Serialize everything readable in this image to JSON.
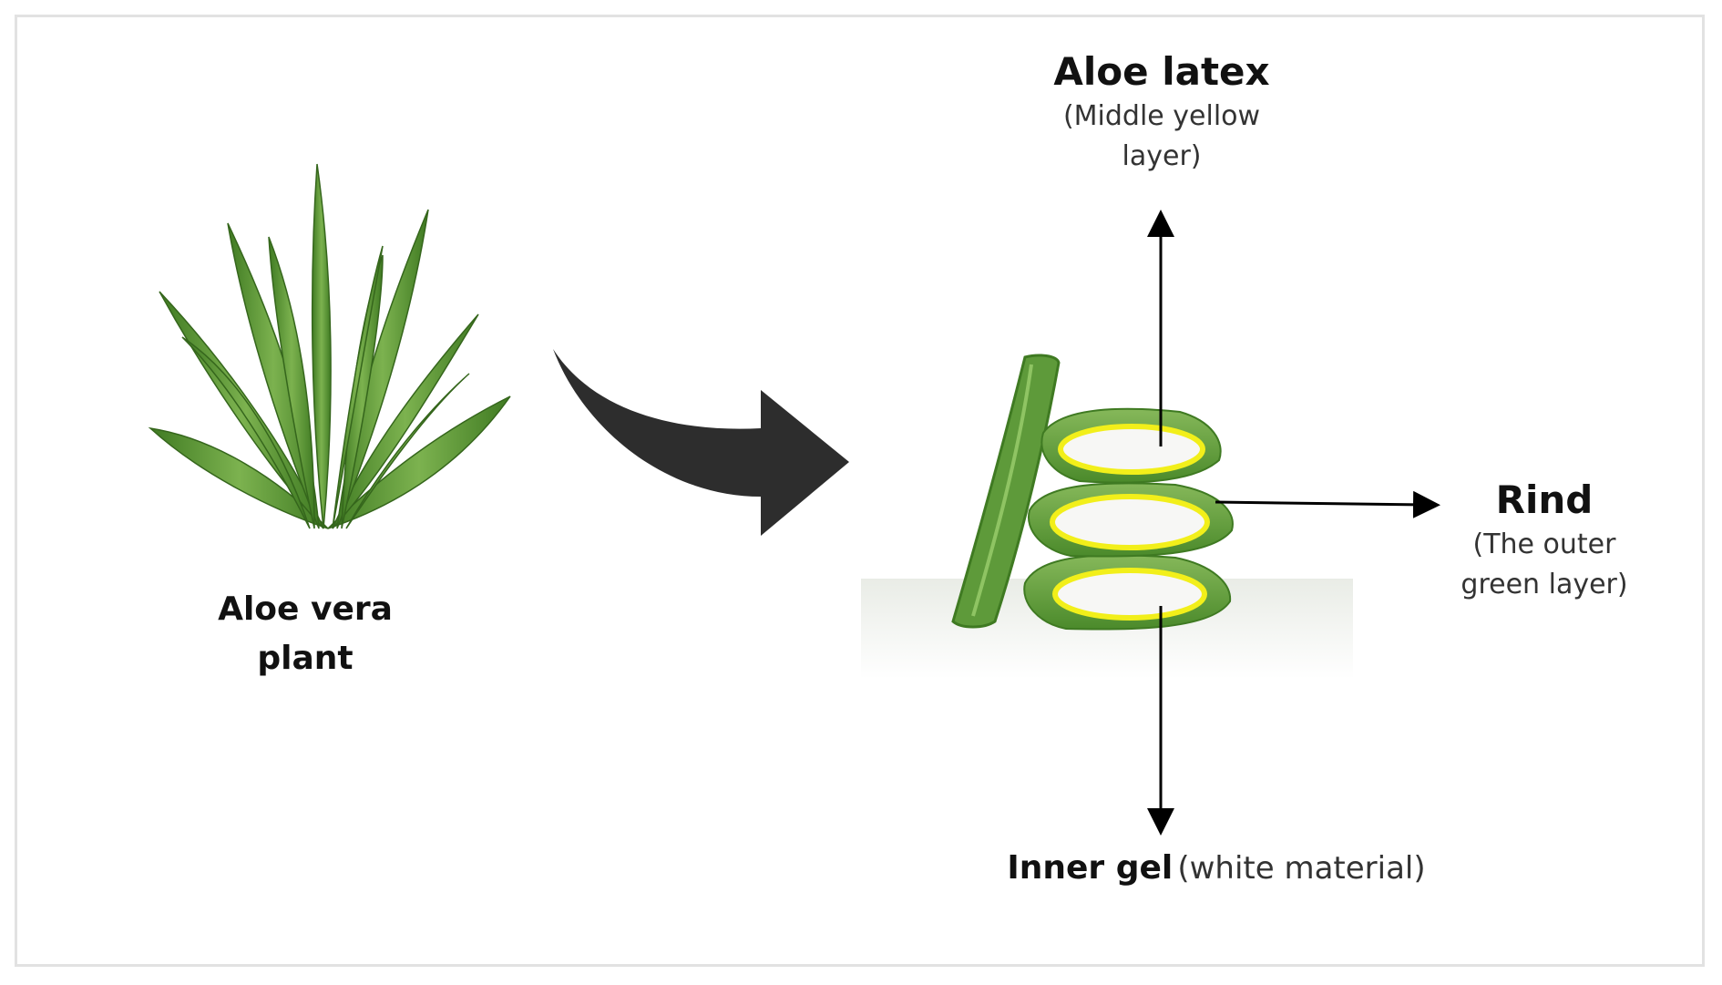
{
  "labels": {
    "plant": [
      "Aloe vera",
      "plant"
    ],
    "latex": {
      "title": "Aloe latex",
      "desc": [
        "(Middle yellow",
        "layer)"
      ]
    },
    "rind": {
      "title": "Rind",
      "desc": [
        "(The outer",
        "green layer)"
      ]
    },
    "gel": {
      "title": "Inner gel",
      "desc": "(white material)"
    }
  },
  "colors": {
    "leaf": "#5e9a3a",
    "leaf_dark": "#3f7a22",
    "latex": "#f2ef1a",
    "gel": "#f7f7f5",
    "arrow": "#2d2d2d",
    "pointer": "#000000"
  },
  "icons": {
    "plant": "aloe-plant-icon",
    "process_arrow": "curved-arrow-icon",
    "slices": "aloe-leaf-slices-icon"
  }
}
